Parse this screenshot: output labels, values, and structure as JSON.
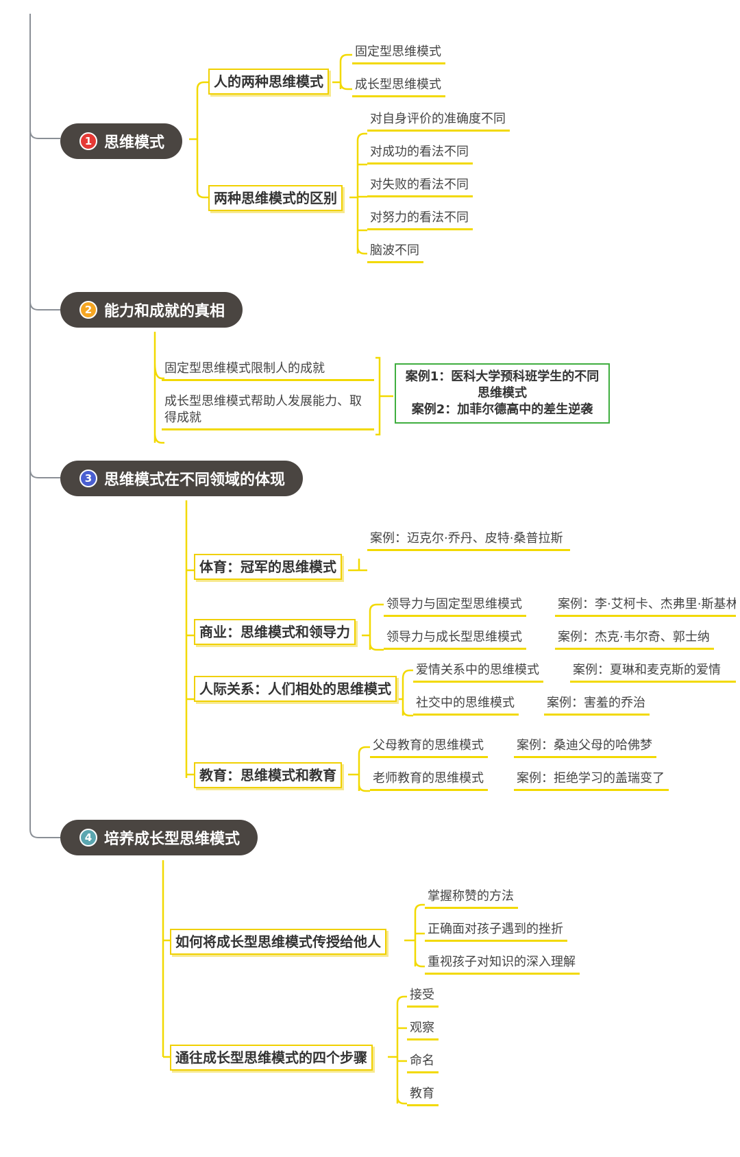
{
  "colors": {
    "pill_bg": "#4a4541",
    "line": "#f2d900",
    "trunk": "#8a8f96",
    "case_border": "#3fae3f",
    "badge1": "#e53935",
    "badge2": "#f5a623",
    "badge3": "#4a5fd1",
    "badge4": "#5ba6b0"
  },
  "topics": [
    {
      "num": "1",
      "label": "思维模式"
    },
    {
      "num": "2",
      "label": "能力和成就的真相"
    },
    {
      "num": "3",
      "label": "思维模式在不同领域的体现"
    },
    {
      "num": "4",
      "label": "培养成长型思维模式"
    }
  ],
  "t1": {
    "sub1": "人的两种思维模式",
    "sub1_leaves": [
      "固定型思维模式",
      "成长型思维模式"
    ],
    "sub2": "两种思维模式的区别",
    "sub2_leaves": [
      "对自身评价的准确度不同",
      "对成功的看法不同",
      "对失败的看法不同",
      "对努力的看法不同",
      "脑波不同"
    ]
  },
  "t2": {
    "leaf1": "固定型思维模式限制人的成就",
    "leaf2": "成长型思维模式帮助人发展能力、取得成就",
    "case1": "案例1：医科大学预科班学生的不同思维模式",
    "case2": "案例2：加菲尔德高中的差生逆袭"
  },
  "t3": {
    "sport": "体育：冠军的思维模式",
    "sport_case": "案例：迈克尔·乔丹、皮特·桑普拉斯",
    "biz": "商业：思维模式和领导力",
    "biz_leaves": [
      "领导力与固定型思维模式",
      "领导力与成长型思维模式"
    ],
    "biz_cases": [
      "案例：李·艾柯卡、杰弗里·斯基林",
      "案例：杰克·韦尔奇、郭士纳"
    ],
    "rel": "人际关系：人们相处的思维模式",
    "rel_leaves": [
      "爱情关系中的思维模式",
      "社交中的思维模式"
    ],
    "rel_cases": [
      "案例：夏琳和麦克斯的爱情",
      "案例：害羞的乔治"
    ],
    "edu": "教育：思维模式和教育",
    "edu_leaves": [
      "父母教育的思维模式",
      "老师教育的思维模式"
    ],
    "edu_cases": [
      "案例：桑迪父母的哈佛梦",
      "案例：拒绝学习的盖瑞变了"
    ]
  },
  "t4": {
    "sub1": "如何将成长型思维模式传授给他人",
    "sub1_leaves": [
      "掌握称赞的方法",
      "正确面对孩子遇到的挫折",
      "重视孩子对知识的深入理解"
    ],
    "sub2": "通往成长型思维模式的四个步骤",
    "sub2_leaves": [
      "接受",
      "观察",
      "命名",
      "教育"
    ]
  }
}
